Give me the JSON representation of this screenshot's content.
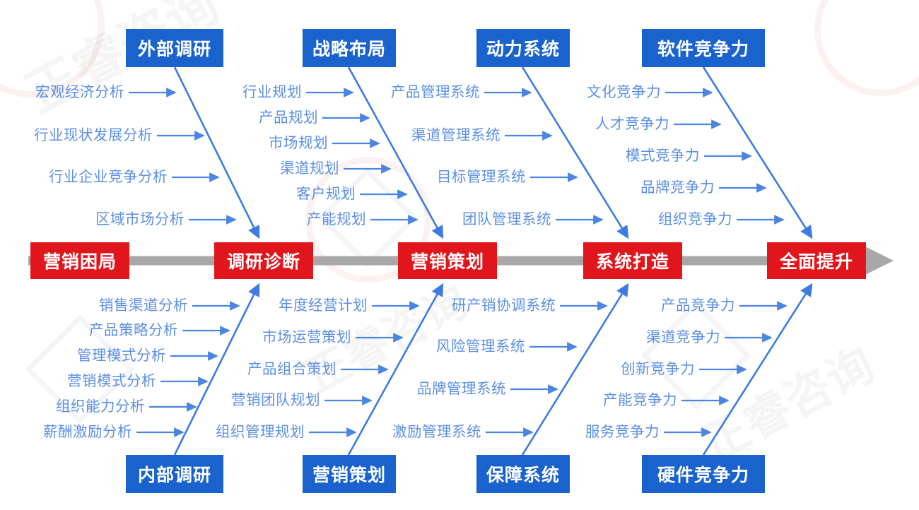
{
  "meta": {
    "title": "营销体系鱼骨图",
    "colors": {
      "spine_box": "#e1161d",
      "category_box": "#1a63cc",
      "bone_line": "#3d7be0",
      "label_text": "#5b8fe4",
      "spine_arrow": "#a8a8a8",
      "background": "#ffffff"
    }
  },
  "spine": {
    "arrow_head_name": "spine-arrow-head",
    "nodes": [
      {
        "label": "营销困局"
      },
      {
        "label": "调研诊断"
      },
      {
        "label": "营销策划"
      },
      {
        "label": "系统打造"
      },
      {
        "label": "全面提升"
      }
    ]
  },
  "groups": [
    {
      "id": "g1-top",
      "position": "top",
      "category": "外部调研",
      "items": [
        "宏观经济分析",
        "行业现状发展分析",
        "行业企业竞争分析",
        "区域市场分析"
      ]
    },
    {
      "id": "g2-top",
      "position": "top",
      "category": "战略布局",
      "items": [
        "行业规划",
        "产品规划",
        "市场规划",
        "渠道规划",
        "客户规划",
        "产能规划"
      ]
    },
    {
      "id": "g3-top",
      "position": "top",
      "category": "动力系统",
      "items": [
        "产品管理系统",
        "渠道管理系统",
        "目标管理系统",
        "团队管理系统"
      ]
    },
    {
      "id": "g4-top",
      "position": "top",
      "category": "软件竞争力",
      "items": [
        "文化竞争力",
        "人才竞争力",
        "模式竞争力",
        "品牌竞争力",
        "组织竞争力"
      ]
    },
    {
      "id": "g1-bottom",
      "position": "bottom",
      "category": "内部调研",
      "items": [
        "销售渠道分析",
        "产品策略分析",
        "管理模式分析",
        "营销模式分析",
        "组织能力分析",
        "薪酬激励分析"
      ]
    },
    {
      "id": "g2-bottom",
      "position": "bottom",
      "category": "营销策划",
      "items": [
        "年度经营计划",
        "市场运营策划",
        "产品组合策划",
        "营销团队规划",
        "组织管理规划"
      ]
    },
    {
      "id": "g3-bottom",
      "position": "bottom",
      "category": "保障系统",
      "items": [
        "研产销协调系统",
        "风险管理系统",
        "品牌管理系统",
        "激励管理系统"
      ]
    },
    {
      "id": "g4-bottom",
      "position": "bottom",
      "category": "硬件竞争力",
      "items": [
        "产品竞争力",
        "渠道竞争力",
        "创新竞争力",
        "产能竞争力",
        "服务竞争力"
      ]
    }
  ]
}
